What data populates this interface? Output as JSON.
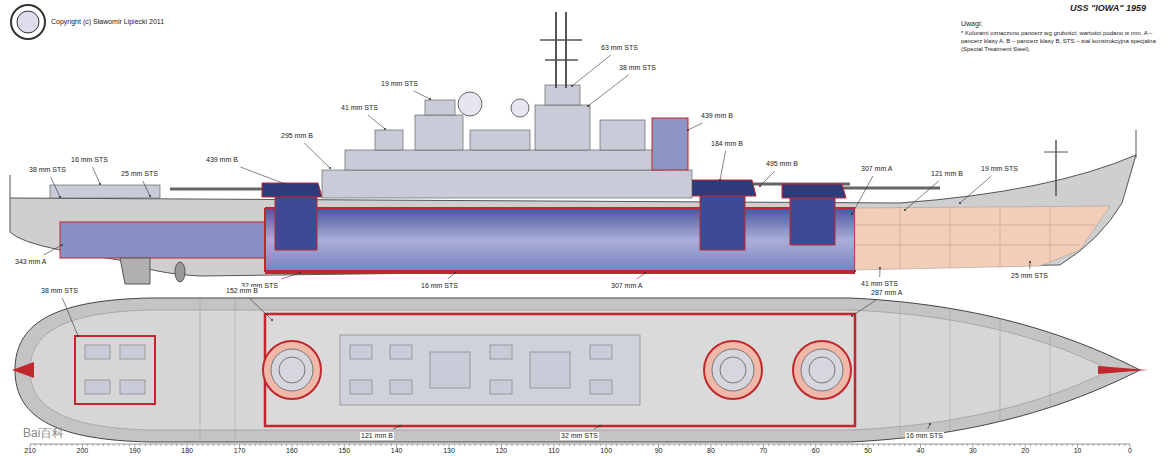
{
  "diagram": {
    "title": "USS \"IOWA\" 1959",
    "labels": [
      "Copyright (c) Sławomir Lipiecki 2011",
      "Uwagi:",
      "* Kolorami oznaczono pancerz wg grubości; wartości podano w mm. A – pancerz klasy A, B – pancerz klasy B, STS – stal konstrukcyjna specjalna (Special Treatment Steel).",
      "38 mm STS",
      "16 mm STS",
      "25 mm STS",
      "439 mm B",
      "295 mm B",
      "41 mm STS",
      "19 mm STS",
      "63 mm STS",
      "38 mm STS",
      "439 mm B",
      "184 mm B",
      "495 mm B",
      "307 mm A",
      "121 mm B",
      "19 mm STS",
      "343 mm A",
      "32 mm STS",
      "16 mm STS",
      "307 mm A",
      "41 mm STS",
      "25 mm STS",
      "38 mm STS",
      "152 mm B",
      "121 mm B",
      "32 mm STS",
      "287 mm A",
      "16 mm STS",
      "Bai百科",
      "0",
      "10",
      "20",
      "30",
      "40",
      "50",
      "60",
      "70",
      "80",
      "90",
      "100",
      "110",
      "120",
      "130",
      "140",
      "150",
      "160",
      "170",
      "180",
      "190",
      "200",
      "210"
    ]
  }
}
